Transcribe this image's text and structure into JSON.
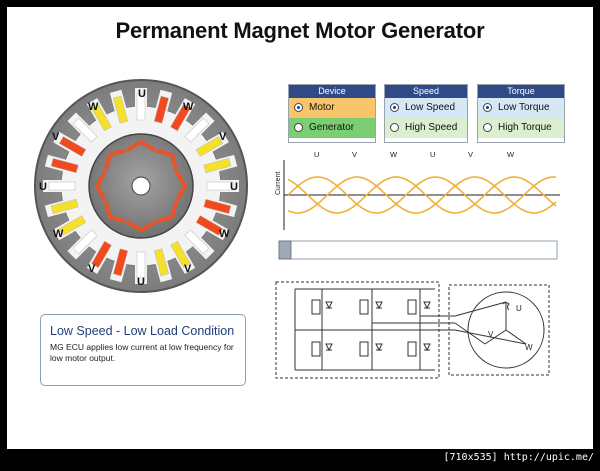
{
  "title": "Permanent Magnet Motor Generator",
  "device_panel": {
    "header": "Device",
    "options": [
      "Motor",
      "Generator"
    ],
    "selected": "Motor"
  },
  "speed_panel": {
    "header": "Speed",
    "options": [
      "Low Speed",
      "High Speed"
    ],
    "selected": "Low Speed"
  },
  "torque_panel": {
    "header": "Torque",
    "options": [
      "Low Torque",
      "High Torque"
    ],
    "selected": "Low Torque"
  },
  "phase_labels": [
    "U",
    "V",
    "W",
    "U",
    "V",
    "W"
  ],
  "current_axis_label": "Current",
  "stator_labels": {
    "top": "U",
    "top_left": "W",
    "top_right": "W",
    "left_upper": "V",
    "left_lower": "W",
    "right_upper": "V",
    "right_lower": "U",
    "bottom_left": "V",
    "bottom_right": "V",
    "bottom": "U",
    "left_top2": "U",
    "right_bottom2": "W"
  },
  "motor_symbol_labels": {
    "u": "U",
    "v": "V",
    "w": "W"
  },
  "condition": {
    "title": "Low Speed - Low Load Condition",
    "text": "MG ECU applies low current at low frequency for low motor output."
  },
  "footer": "[710x535] http://upic.me/",
  "colors": {
    "header_blue": "#2f4a86",
    "wave": "#f0b03a",
    "coil_red": "#f04a1e",
    "coil_yellow": "#f5e02a"
  }
}
